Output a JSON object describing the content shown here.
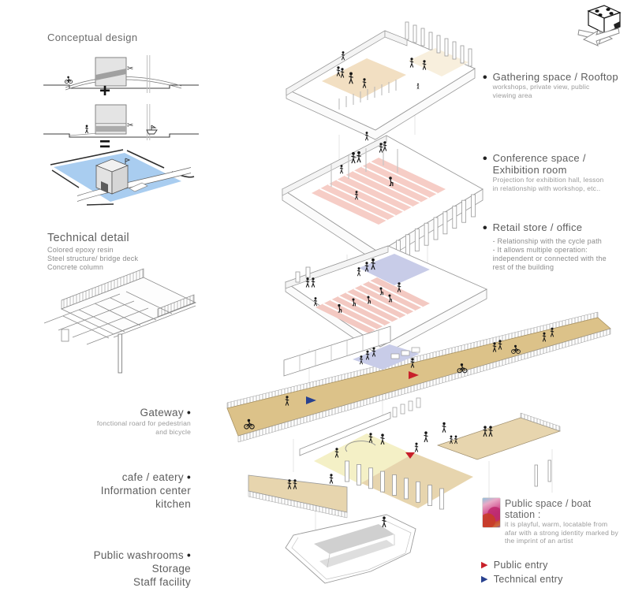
{
  "colors": {
    "accent_red": "#c8202a",
    "accent_blue": "#28418f",
    "water_blue": "#a9cdf0",
    "deck_tan": "#dcc289",
    "rooftop_beige": "#f2dfc2",
    "rooftop_beige_light": "#f8efdd",
    "conference_pink": "#f6cdc6",
    "retail_pink": "#f3c9c2",
    "retail_lavender": "#c8cce8",
    "cafe_yellow": "#f4f0c6",
    "cafe_tan": "#e7d5ae",
    "floor_gray": "#d0d0d0",
    "floor_gray_light": "#dedede"
  },
  "icons": {
    "scissors": "✂",
    "bullet": "•",
    "plus": "+",
    "equals": "=",
    "triangle": "▶"
  },
  "concept": {
    "title": "Conceptual design"
  },
  "technical": {
    "title": "Technical detail",
    "line1": "Colored epoxy resin",
    "line2": "Steel structure/ bridge deck",
    "line3": "Concrete column"
  },
  "left_labels": {
    "gateway": {
      "title": "Gateway",
      "desc": "fonctional roard for pedestrian and bicycle"
    },
    "cafe": {
      "line1": "cafe / eatery",
      "line2": "Information center",
      "line3": "kitchen"
    },
    "washrooms": {
      "line1": "Public washrooms",
      "line2": "Storage",
      "line3": "Staff facility"
    }
  },
  "right_labels": {
    "gathering": {
      "title": "Gathering space / Rooftop",
      "desc": "workshops, private view, public viewing area"
    },
    "conference": {
      "title": "Conference space / Exhibition room",
      "desc": "Projection for exhibition hall, lesson in relationship with workshop, etc.."
    },
    "retail": {
      "title": "Retail store / office",
      "desc1": "- Relationship with the cycle path",
      "desc2": "- It allows multiple operation: independent or connected with the rest of the building"
    },
    "boat_station": {
      "title": "Public space / boat station :",
      "desc": "it is playful, warm, locatable from afar with a strong identity marked by the imprint of an artist"
    }
  },
  "legend": {
    "public_entry": "Public entry",
    "technical_entry": "Technical entry"
  }
}
